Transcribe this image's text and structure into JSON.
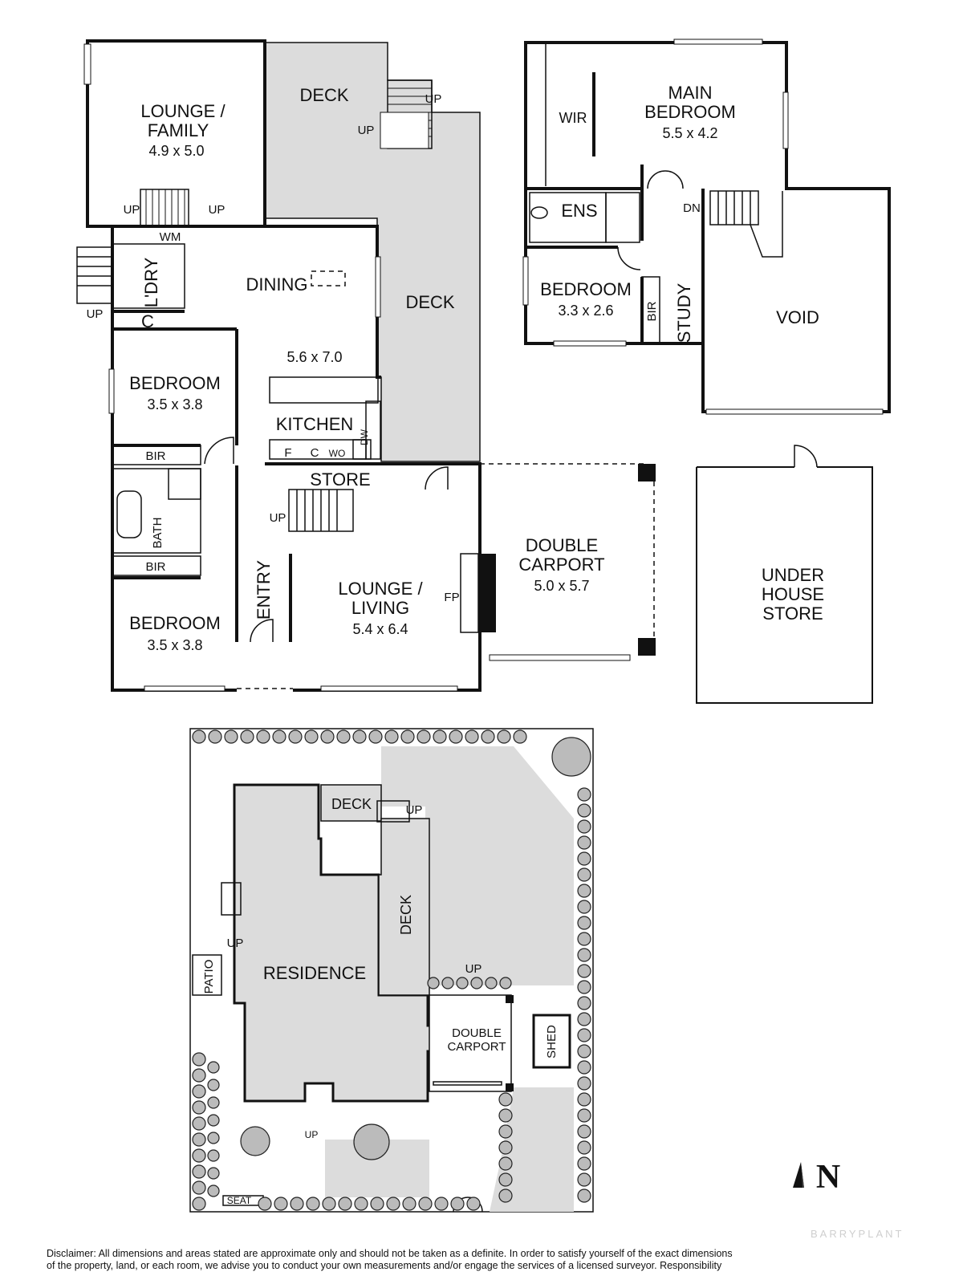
{
  "ground_floor": {
    "lounge_family": {
      "label": [
        "LOUNGE /",
        "FAMILY"
      ],
      "dims": "4.9 x 5.0"
    },
    "deck_top": "DECK",
    "deck_side": "DECK",
    "up": "UP",
    "wm": "WM",
    "laundry": "L'DRY",
    "cupboard": "C",
    "dining": {
      "label": "DINING",
      "dims": "5.6 x 7.0"
    },
    "bedroom_1": {
      "label": "BEDROOM",
      "dims": "3.5 x 3.8"
    },
    "bedroom_2": {
      "label": "BEDROOM",
      "dims": "3.5 x 3.8"
    },
    "bir": "BIR",
    "bath": "BATH",
    "kitchen": "KITCHEN",
    "dw": "DW",
    "fridge": "F",
    "wo": "WO",
    "store": "STORE",
    "entry": "ENTRY",
    "lounge_living": {
      "label": [
        "LOUNGE /",
        "LIVING"
      ],
      "dims": "5.4 x 6.4"
    },
    "fp": "FP",
    "carport": {
      "label": [
        "DOUBLE",
        "CARPORT"
      ],
      "dims": "5.0 x 5.7"
    }
  },
  "upper_floor": {
    "main_bedroom": {
      "label": [
        "MAIN",
        "BEDROOM"
      ],
      "dims": "5.5 x 4.2"
    },
    "wir": "WIR",
    "ens": "ENS",
    "dn": "DN",
    "bedroom": {
      "label": "BEDROOM",
      "dims": "3.3 x 2.6"
    },
    "bir": "BIR",
    "study": "STUDY",
    "void": "VOID"
  },
  "under_house_store": [
    "UNDER",
    "HOUSE",
    "STORE"
  ],
  "site_plan": {
    "deck_top": "DECK",
    "deck_side": "DECK",
    "up": "UP",
    "residence": "RESIDENCE",
    "patio": "PATIO",
    "carport": [
      "DOUBLE",
      "CARPORT"
    ],
    "shed": "SHED",
    "seat": "SEAT"
  },
  "north": "N",
  "brand": "BARRYPLANT",
  "disclaimer": [
    "Disclaimer: All dimensions and areas stated are approximate only and should not be taken as a definite. In order to satisfy yourself of the exact dimensions",
    "of the property, land, or each room, we advise you to conduct your own measurements and/or engage the services of a licensed surveyor. Responsibility"
  ]
}
